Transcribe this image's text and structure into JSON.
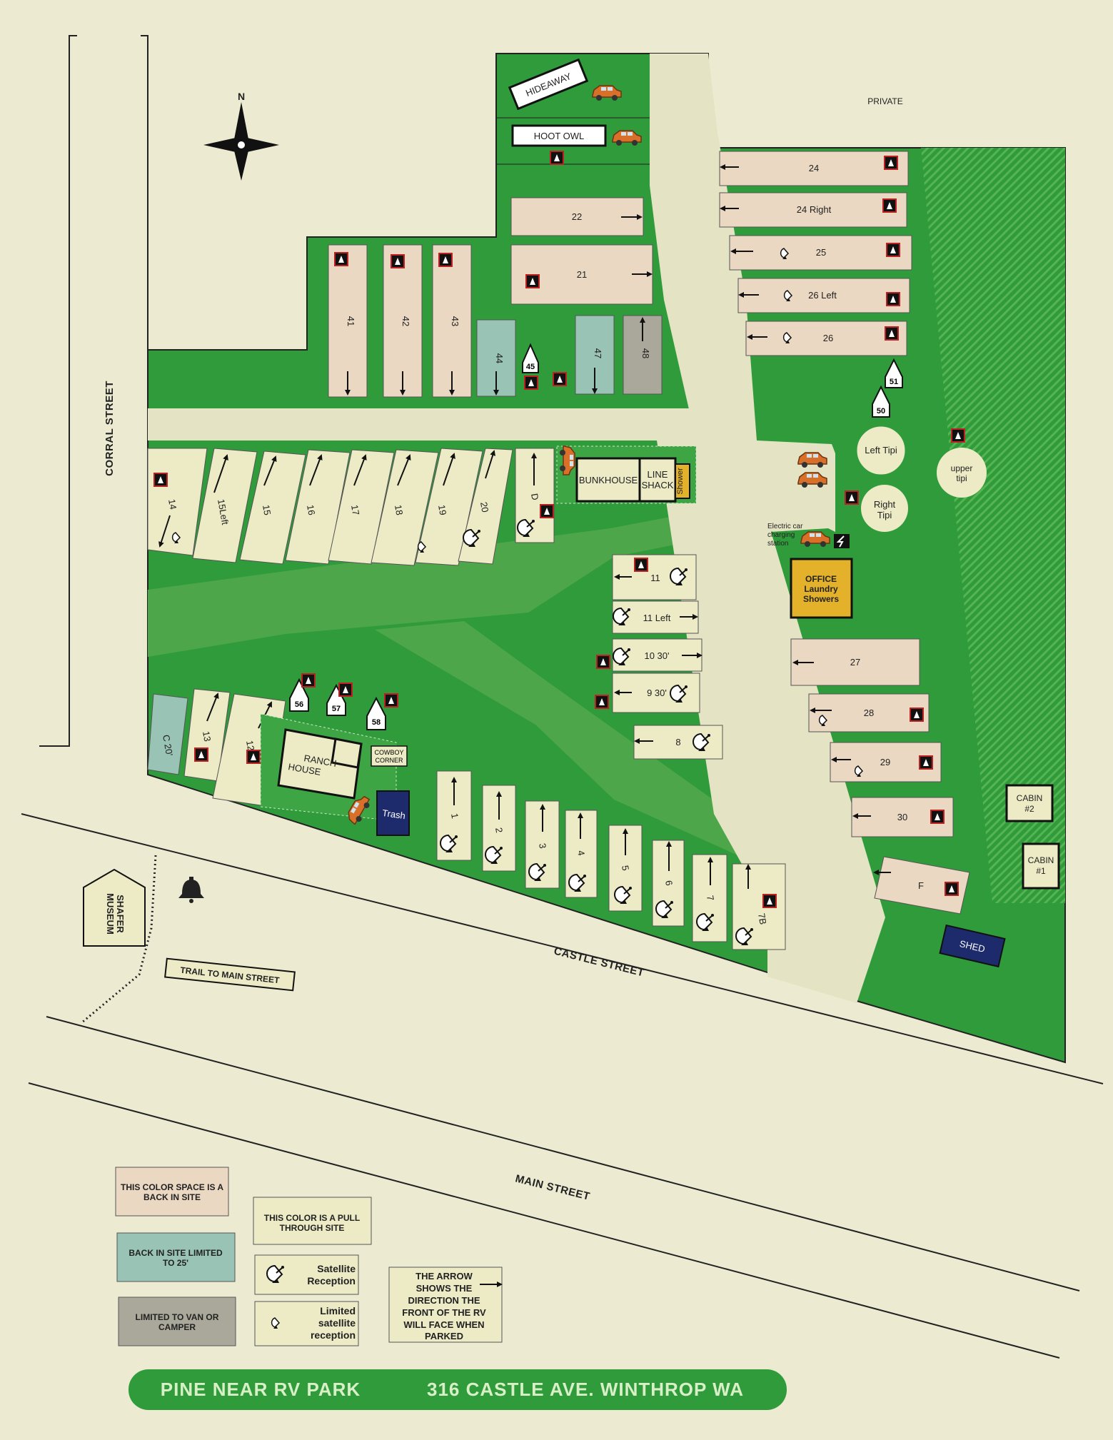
{
  "colors": {
    "background": "#ecebd2",
    "grass": "#2f9b3b",
    "grass_stripe": "#48a848",
    "path": "#4ea64a",
    "road": "#e4e3c4",
    "back_in": "#ead8c2",
    "back_in_25": "#99c3b4",
    "van": "#aaa89a",
    "pull_through": "#ecebc6",
    "office": "#e3b12a",
    "shed": "#1d2a6b",
    "banner": "#2f9b3b"
  },
  "compass": {
    "north_label": "N"
  },
  "streets": {
    "corral": "CORRAL STREET",
    "castle": "CASTLE STREET",
    "main": "MAIN STREET",
    "private": "PRIVATE",
    "trail": "TRAIL TO MAIN STREET"
  },
  "buildings": {
    "hideaway": "HIDEAWAY",
    "hoot_owl": "HOOT OWL",
    "bunkhouse": "BUNKHOUSE",
    "line_shack_1": "LINE",
    "line_shack_2": "SHACK",
    "shower": "Shower",
    "office_1": "OFFICE",
    "office_2": "Laundry",
    "office_3": "Showers",
    "ranch_1": "RANCH",
    "ranch_2": "HOUSE",
    "cowboy_1": "COWBOY",
    "cowboy_2": "CORNER",
    "trash": "Trash",
    "shed": "SHED",
    "cabin2_1": "CABIN",
    "cabin2_2": "#2",
    "cabin1_1": "CABIN",
    "cabin1_2": "#1",
    "museum_1": "SHAFER",
    "museum_2": "MUSEUM",
    "left_tipi_1": "Left Tipi",
    "right_tipi_1": "Right",
    "right_tipi_2": "Tipi",
    "upper_tipi_1": "upper",
    "upper_tipi_2": "tipi",
    "ev_1": "Electric car",
    "ev_2": "charging",
    "ev_3": "station"
  },
  "sites": {
    "s24": "24",
    "s24r": "24 Right",
    "s25": "25",
    "s26l": "26 Left",
    "s26": "26",
    "s22": "22",
    "s21": "21",
    "s41": "41",
    "s42": "42",
    "s43": "43",
    "s44": "44",
    "s45": "45",
    "s47": "47",
    "s48": "48",
    "s50": "50",
    "s51": "51",
    "s14": "14",
    "s15l": "15Left",
    "s15": "15",
    "s16": "16",
    "s17": "17",
    "s18": "18",
    "s19": "19",
    "s20": "20",
    "sD": "D",
    "s11": "11",
    "s11l": "11 Left",
    "s1030": "10 30'",
    "s930": "9 30'",
    "s8": "8",
    "s27": "27",
    "s28": "28",
    "s29": "29",
    "s30": "30",
    "sF": "F",
    "sC20": "C 20'",
    "s13": "13",
    "s12": "12",
    "s56": "56",
    "s57": "57",
    "s58": "58",
    "s1": "1",
    "s2": "2",
    "s3": "3",
    "s4": "4",
    "s5": "5",
    "s6": "6",
    "s7": "7",
    "s7b": "7B"
  },
  "legend": {
    "back_in_1": "THIS COLOR SPACE IS A",
    "back_in_2": "BACK IN SITE",
    "back_in_25_1": "BACK IN SITE LIMITED",
    "back_in_25_2": "TO 25'",
    "van_1": "LIMITED TO VAN OR",
    "van_2": "CAMPER",
    "pull_1": "THIS COLOR IS A PULL",
    "pull_2": "THROUGH SITE",
    "sat_1": "Satellite",
    "sat_2": "Reception",
    "lim_1": "Limited",
    "lim_2": "satellite",
    "lim_3": "reception",
    "arrow_1": "THE ARROW",
    "arrow_2": "SHOWS THE",
    "arrow_3": "DIRECTION THE",
    "arrow_4": "FRONT OF THE RV",
    "arrow_5": "WILL FACE WHEN",
    "arrow_6": "PARKED"
  },
  "banner": {
    "park_name": "PINE NEAR RV PARK",
    "address": "316 CASTLE AVE.  WINTHROP WA"
  }
}
